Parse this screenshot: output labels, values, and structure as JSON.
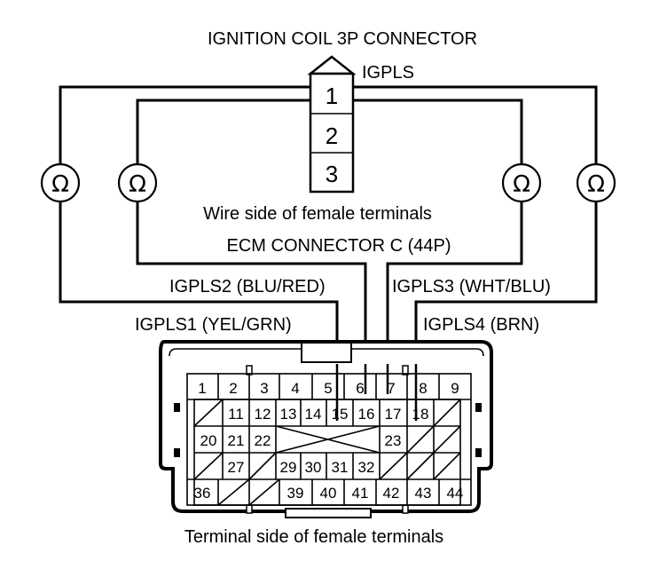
{
  "coil": {
    "title": "IGNITION COIL 3P CONNECTOR",
    "terminal_label": "IGPLS",
    "terminals": [
      "1",
      "2",
      "3"
    ],
    "view_caption": "Wire side of female terminals"
  },
  "meters": {
    "symbol": "Ω",
    "count": 4
  },
  "ecm": {
    "title": "ECM CONNECTOR C (44P)",
    "view_caption": "Terminal side of female terminals",
    "rows": [
      [
        "1",
        "2",
        "3",
        "4",
        "5",
        "6",
        "7",
        "8",
        "9"
      ],
      [
        "11",
        "12",
        "13",
        "14",
        "15",
        "16",
        "17",
        "18"
      ],
      [
        "20",
        "21",
        "22",
        "23"
      ],
      [
        "27",
        "29",
        "30",
        "31",
        "32"
      ],
      [
        "36",
        "39",
        "40",
        "41",
        "42",
        "43",
        "44"
      ]
    ]
  },
  "wires": {
    "igpls1": "IGPLS1 (YEL/GRN)",
    "igpls2": "IGPLS2 (BLU/RED)",
    "igpls3": "IGPLS3 (WHT/BLU)",
    "igpls4": "IGPLS4 (BRN)"
  }
}
